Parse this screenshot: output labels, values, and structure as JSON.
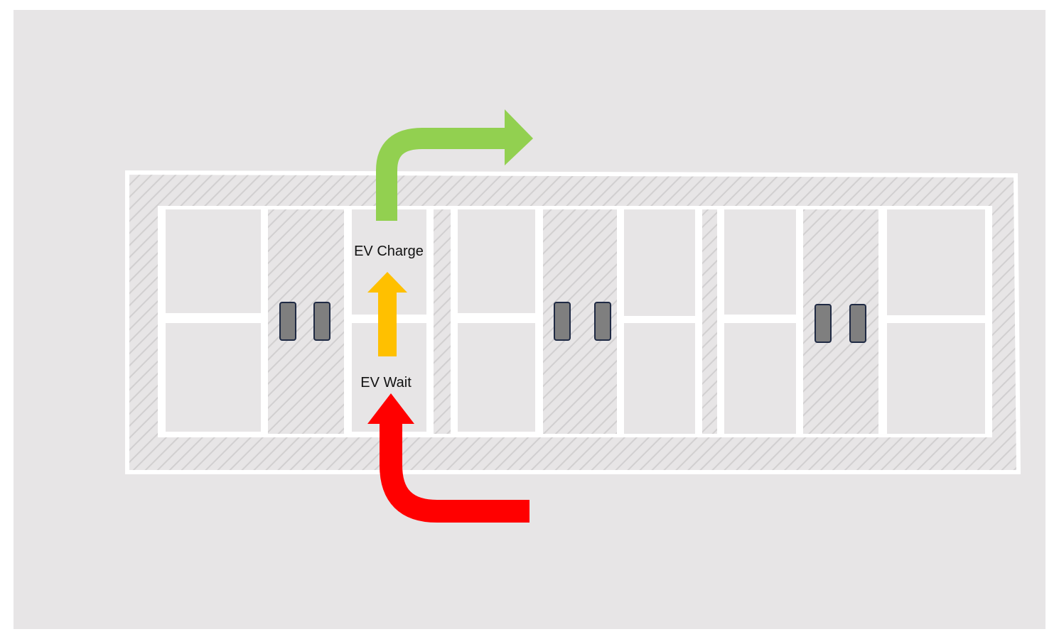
{
  "colors": {
    "page_background": "#ffffff",
    "ground": "#e7e5e6",
    "markings": "#ffffff",
    "hatch": "#d4d2d3",
    "charger_fill": "#7f7f7f",
    "charger_outline": "#1f2a44",
    "arrow_exit": "#92d050",
    "arrow_move": "#ffc000",
    "arrow_enter": "#ff0000"
  },
  "labels": {
    "charge": "EV Charge",
    "wait": "EV Wait"
  },
  "icons": {
    "charger": "charger-pedestal-icon",
    "exit_arrow": "curved-arrow-right-icon",
    "move_arrow": "arrow-up-icon",
    "enter_arrow": "curved-arrow-up-icon"
  },
  "parking": {
    "stall_groups": 3,
    "stalls_per_side": 2,
    "chargers_per_island": 2
  }
}
